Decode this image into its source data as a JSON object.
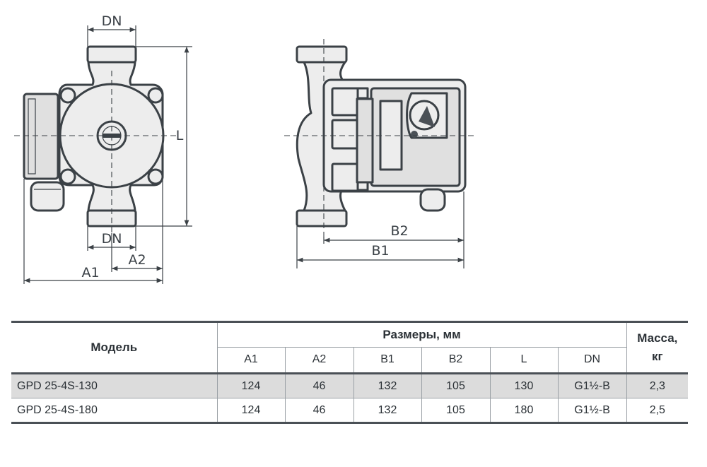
{
  "front_view": {
    "dn_top": "DN",
    "dn_bottom": "DN",
    "l_label": "L",
    "a1_label": "A1",
    "a2_label": "A2"
  },
  "side_view": {
    "b1_label": "B1",
    "b2_label": "B2"
  },
  "table": {
    "model_header": "Модель",
    "dimensions_header": "Размеры, мм",
    "mass_header_line1": "Масса,",
    "mass_header_line2": "кг",
    "columns": [
      "A1",
      "A2",
      "B1",
      "B2",
      "L",
      "DN"
    ],
    "rows": [
      {
        "model": "GPD 25-4S-130",
        "cells": [
          "124",
          "46",
          "132",
          "105",
          "130",
          "G1½-B"
        ],
        "mass": "2,3"
      },
      {
        "model": "GPD 25-4S-180",
        "cells": [
          "124",
          "46",
          "132",
          "105",
          "180",
          "G1½-B"
        ],
        "mass": "2,5"
      }
    ]
  }
}
